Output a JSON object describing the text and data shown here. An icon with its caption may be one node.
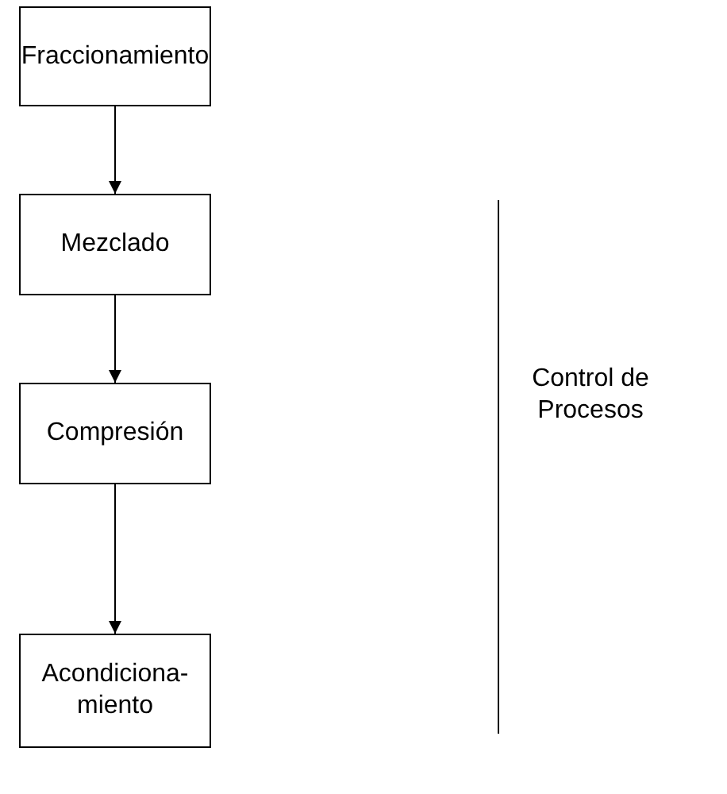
{
  "diagram": {
    "nodes": [
      {
        "text": [
          "Fraccionamiento"
        ]
      },
      {
        "text": [
          "Mezclado"
        ]
      },
      {
        "text": [
          "Compresión"
        ]
      },
      {
        "text": [
          "Acondiciona- miento"
        ]
      }
    ],
    "edges": [
      {
        "from": 0,
        "to": 1,
        "arrow": "to"
      },
      {
        "from": 1,
        "to": 2,
        "arrow": "to"
      },
      {
        "from": 2,
        "to": 3,
        "arrow": "to"
      }
    ],
    "labels": [
      "Control de Procesos"
    ]
  }
}
